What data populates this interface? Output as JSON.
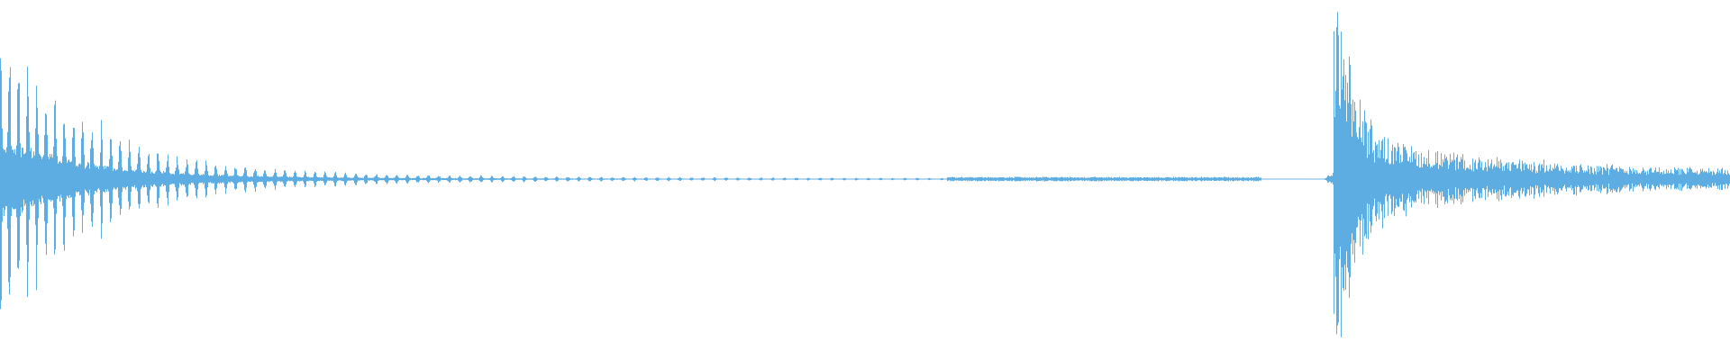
{
  "waveform": {
    "color": "#5dade2",
    "background": "#ffffff",
    "events": [
      {
        "label": "first-transient",
        "decay": "long-periodic"
      },
      {
        "label": "second-transient",
        "decay": "noisy-tail"
      }
    ]
  }
}
